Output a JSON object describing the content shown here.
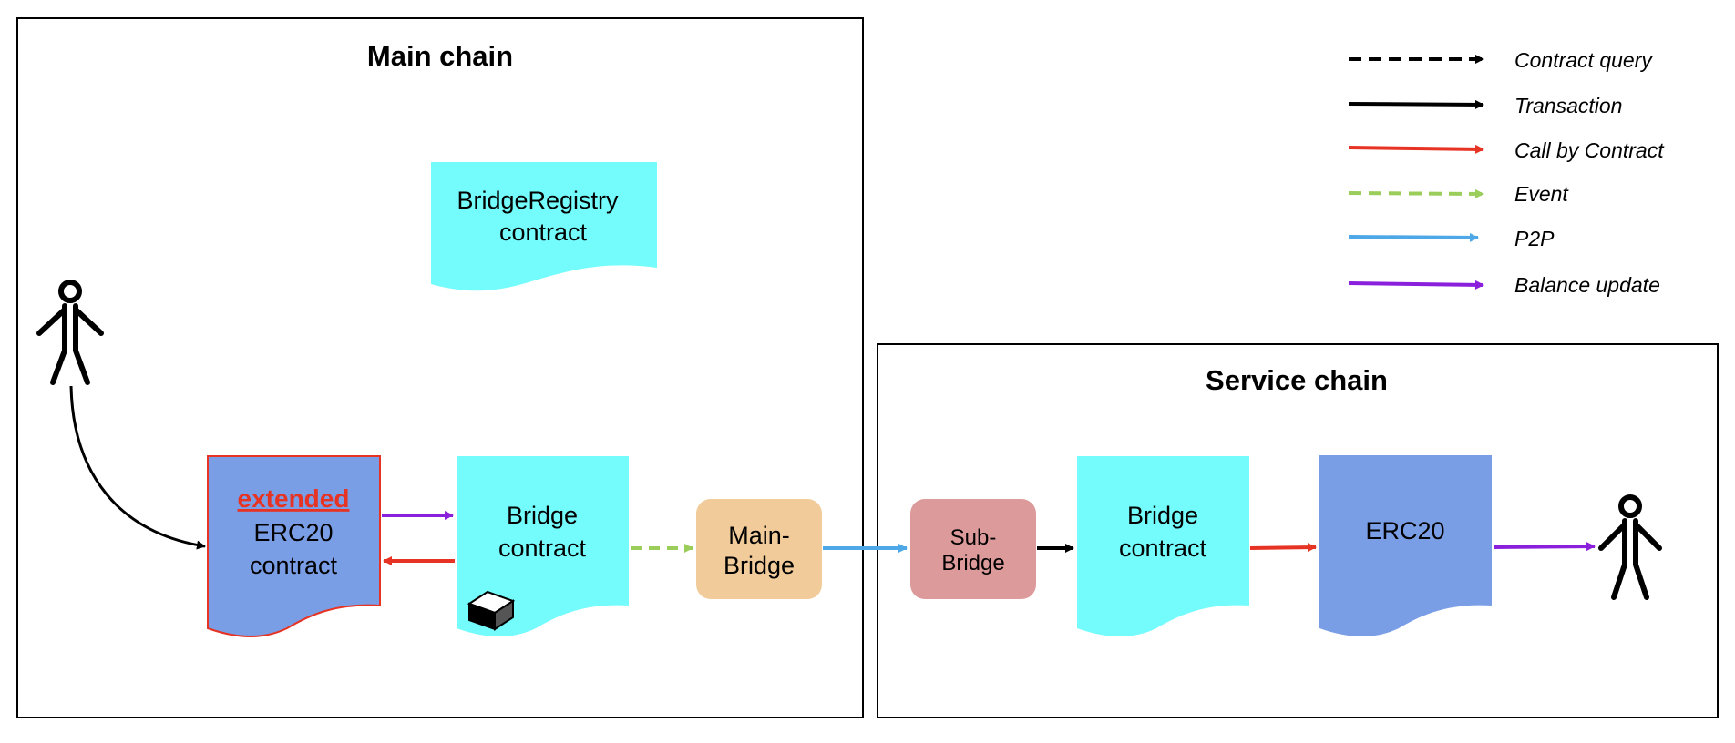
{
  "main_chain": {
    "title": "Main chain"
  },
  "service_chain": {
    "title": "Service chain"
  },
  "bridge_registry": {
    "line1": "BridgeRegistry",
    "line2": "contract"
  },
  "erc20_extended": {
    "tag": "extended",
    "line1": "ERC20",
    "line2": "contract"
  },
  "main_bridge_contract": {
    "line1": "Bridge",
    "line2": "contract"
  },
  "main_bridge": {
    "line1": "Main-",
    "line2": "Bridge"
  },
  "sub_bridge": {
    "line1": "Sub-",
    "line2": "Bridge"
  },
  "service_bridge_contract": {
    "line1": "Bridge",
    "line2": "contract"
  },
  "service_erc20": {
    "label": "ERC20"
  },
  "legend": [
    {
      "label": "Contract query",
      "color": "#000000",
      "style": "dashed"
    },
    {
      "label": "Transaction",
      "color": "#000000",
      "style": "solid"
    },
    {
      "label": "Call by Contract",
      "color": "#e63323",
      "style": "solid"
    },
    {
      "label": "Event",
      "color": "#9acd5a",
      "style": "dashed"
    },
    {
      "label": "P2P",
      "color": "#4ea8e8",
      "style": "solid"
    },
    {
      "label": "Balance update",
      "color": "#8a1fdc",
      "style": "solid"
    }
  ],
  "colors": {
    "contract_cyan": "#74fbfb",
    "erc20_blue": "#7a9ee6",
    "main_bridge_orange": "#f2cb9a",
    "sub_bridge_red": "#dd9a9a",
    "extended_border": "#e63323"
  }
}
